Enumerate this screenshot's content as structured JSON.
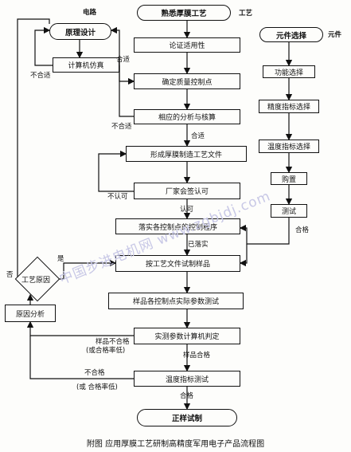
{
  "labels": {
    "circuit": "电路",
    "process": "工艺",
    "component": "元件"
  },
  "steps": {
    "start": "熟悉厚膜工艺",
    "demonstrate": "论证适用性",
    "principle": "原理设计",
    "simulation": "计算机仿真",
    "control_points": "确定质量控制点",
    "analysis": "相应的分析与核算",
    "process_file": "形成厚膜制造工艺文件",
    "sign": "厂家会签认可",
    "implement": "落实各控制点的控制程序",
    "trial": "按工艺文件试制样品",
    "test_params": "样品各控制点实际参数测试",
    "judge": "实测参数计算机判定",
    "temp_test": "温度指标测试",
    "production": "正样试制",
    "cause_analysis": "原因分析",
    "process_cause": "工艺原因"
  },
  "component_steps": {
    "select": "元件选择",
    "function": "功能选择",
    "precision": "精度指标选择",
    "temperature": "温度指标选择",
    "purchase": "购置",
    "test": "测试"
  },
  "edge_labels": {
    "suitable": "合适",
    "unsuitable_sim": "不合适",
    "unsuitable_analysis": "不合适",
    "suitable_analysis": "合适",
    "not_approved": "不认可",
    "approved": "认可",
    "implemented": "已落实",
    "qualified_component": "合格",
    "yes": "是",
    "no": "否",
    "sample_fail": "样品不合格",
    "sample_fail_note": "(或合格率低)",
    "sample_pass": "样品合格",
    "temp_fail": "不合格",
    "temp_fail_note": "(或 合格率低)",
    "temp_pass": "合格"
  },
  "watermark": "中国步进电机网 www.zgbjdj.com",
  "caption": "附图   应用厚膜工艺研制高精度军用电子产品流程图"
}
